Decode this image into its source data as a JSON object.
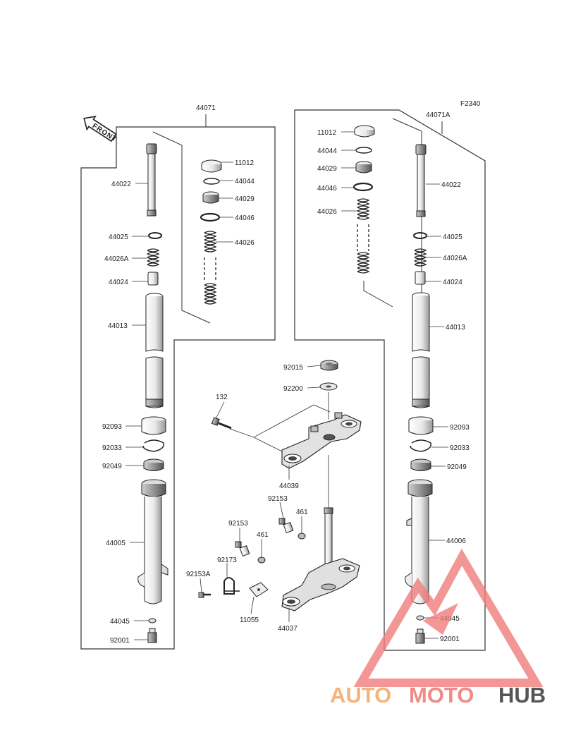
{
  "diagram": {
    "code": "F2340",
    "front_label": "FRONT",
    "assembly_labels": {
      "left": "44071",
      "right": "44071A"
    },
    "left_labels": [
      "11012",
      "44044",
      "44029",
      "44046",
      "44026",
      "44022",
      "44025",
      "44026A",
      "44024",
      "44013",
      "92093",
      "92033",
      "92049",
      "44005",
      "44045",
      "92001"
    ],
    "right_labels": [
      "11012",
      "44044",
      "44029",
      "44046",
      "44026",
      "44022",
      "44025",
      "44026A",
      "44024",
      "44013",
      "92093",
      "92033",
      "92049",
      "44006",
      "44045",
      "92001"
    ],
    "center_labels": [
      "92015",
      "92200",
      "132",
      "44039",
      "92153",
      "461",
      "92153",
      "461",
      "92173",
      "92153A",
      "11055",
      "44037"
    ]
  },
  "watermark": {
    "auto": "AUTO",
    "moto": "MOTO",
    "hub": "HUB",
    "color_auto": "#f6b27c",
    "color_moto": "#f08a86",
    "color_hub": "#555555",
    "color_triangle": "#ef7d7d"
  }
}
